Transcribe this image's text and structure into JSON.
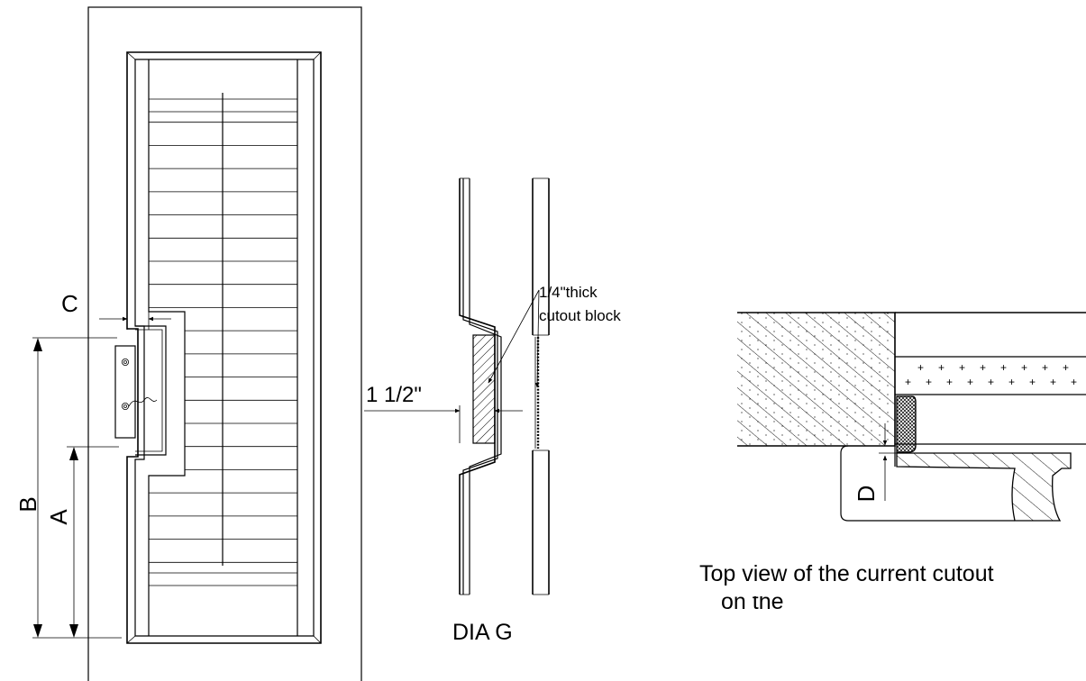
{
  "labels": {
    "c": "C",
    "b": "B",
    "a": "A",
    "d": "D",
    "offset": "1 1/2\"",
    "block_line1": "1/4\"thick",
    "block_line2": "cutout block",
    "diagram_title": "DIA G",
    "top_view_line1": "Top view of the current cutout",
    "top_view_line2": "on the"
  },
  "shutter": {
    "louver_count": 22
  },
  "colors": {
    "line": "#000000",
    "background": "#ffffff"
  }
}
